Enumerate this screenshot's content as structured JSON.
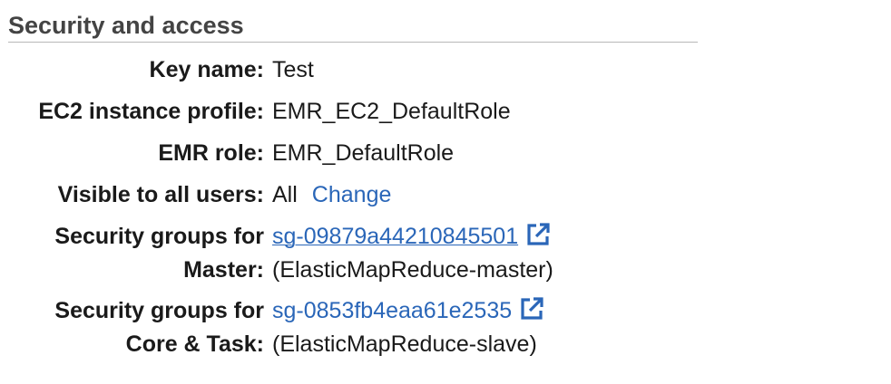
{
  "section": {
    "title": "Security and access"
  },
  "fields": {
    "key_name": {
      "label": "Key name:",
      "value": "Test"
    },
    "ec2_instance_profile": {
      "label": "EC2 instance profile:",
      "value": "EMR_EC2_DefaultRole"
    },
    "emr_role": {
      "label": "EMR role:",
      "value": "EMR_DefaultRole"
    },
    "visible_to_all_users": {
      "label": "Visible to all users:",
      "value": "All",
      "action_label": "Change"
    },
    "sg_master": {
      "label_line1": "Security groups for",
      "label_line2": "Master:",
      "group_id": "sg-09879a44210845501",
      "group_name": "(ElasticMapReduce-master)",
      "icon": "external-link-icon"
    },
    "sg_core_task": {
      "label_line1": "Security groups for",
      "label_line2": "Core & Task:",
      "group_id": "sg-0853fb4eaa61e2535",
      "group_name": "(ElasticMapReduce-slave)",
      "icon": "external-link-icon"
    }
  },
  "colors": {
    "link": "#2a66b8",
    "label": "#1a1a1a",
    "title": "#444444",
    "rule": "#b8b8b8"
  }
}
